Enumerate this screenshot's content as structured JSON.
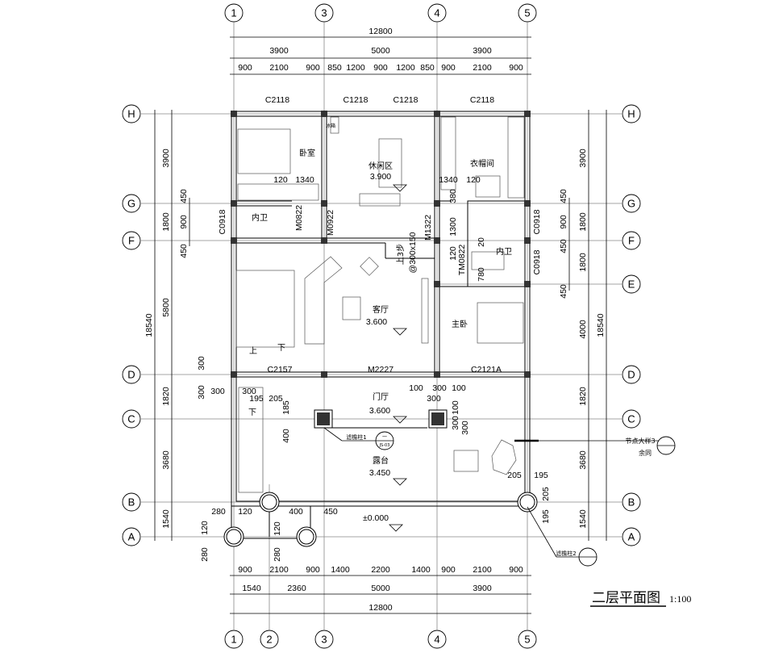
{
  "axes": {
    "top": [
      "1",
      "3",
      "4",
      "5"
    ],
    "bottom": [
      "1",
      "2",
      "3",
      "4",
      "5"
    ],
    "left": [
      "H",
      "G",
      "F",
      "D",
      "C",
      "B",
      "A"
    ],
    "right": [
      "H",
      "G",
      "F",
      "E",
      "D",
      "C",
      "B",
      "A"
    ]
  },
  "dims": {
    "top_total": "12800",
    "top_mid": [
      "3900",
      "5000",
      "3900"
    ],
    "top_sub": [
      "900",
      "2100",
      "900",
      "850",
      "1200",
      "900",
      "1200",
      "850",
      "900",
      "2100",
      "900"
    ],
    "bottom_sub": [
      "900",
      "2100",
      "900",
      "1400",
      "2200",
      "1400",
      "900",
      "2100",
      "900"
    ],
    "bottom_mid": [
      "1540",
      "2360",
      "5000",
      "3900"
    ],
    "bottom_total": "12800",
    "left_main": [
      "3900",
      "1800",
      "5800",
      "1820",
      "3680",
      "1540"
    ],
    "left_small": [
      "450",
      "900",
      "450"
    ],
    "left_total": "18540",
    "right_main": [
      "3900",
      "1800",
      "1800",
      "4000",
      "1820",
      "3680",
      "1540"
    ],
    "right_small": [
      "450",
      "900",
      "450",
      "450"
    ],
    "right_total": "18540",
    "detail": [
      "120",
      "1340",
      "1340",
      "120",
      "380",
      "1300",
      "120",
      "20",
      "780",
      "300",
      "300",
      "300",
      "300",
      "195",
      "205",
      "185",
      "400",
      "100",
      "300",
      "100",
      "300",
      "100",
      "300",
      "300",
      "280",
      "120",
      "400",
      "450",
      "120",
      "280",
      "120",
      "280",
      "205",
      "195",
      "205",
      "195"
    ]
  },
  "windows": [
    "C2118",
    "C1218",
    "C1218",
    "C2118",
    "C0918",
    "C0918",
    "C0918",
    "C2157",
    "C2121A"
  ],
  "doors": [
    "M0822",
    "M0922",
    "M1322",
    "TM0822",
    "M2227"
  ],
  "rooms": {
    "bedroom": "卧室",
    "lounge": "休闲区",
    "lounge_level": "3.900",
    "closet": "衣帽间",
    "bath_left": "内卫",
    "bath_right": "内卫",
    "living": "客厅",
    "living_level": "3.600",
    "master": "主卧",
    "foyer": "门厅",
    "foyer_level": "3.600",
    "terrace": "露台",
    "terrace_level": "3.450",
    "ground_level": "±0.000",
    "cabinet": "冰箱"
  },
  "notes": {
    "up": "上",
    "down": "下",
    "down2": "下",
    "steps": "上3步",
    "step_size": "@300x150",
    "column1": "滤檐柱1",
    "column2": "滤檐柱2",
    "node": "节点大样3",
    "same": "余同",
    "ref_num": "一",
    "ref_sheet": "JS-03"
  },
  "title": {
    "name": "二层平面图",
    "scale": "1:100"
  }
}
